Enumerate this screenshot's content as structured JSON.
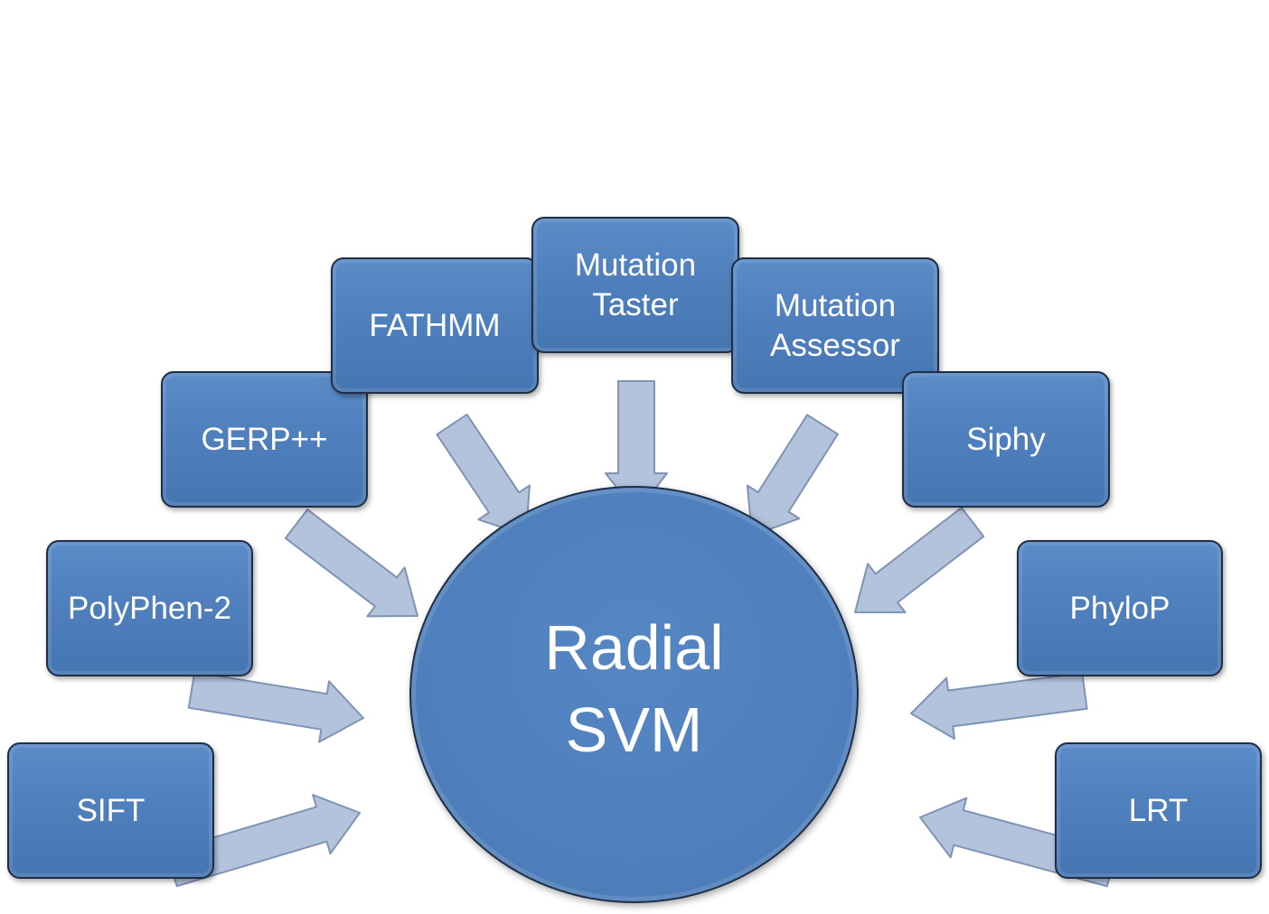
{
  "colors": {
    "node_fill": "#4f80bd",
    "node_border": "#1f2e44",
    "arrow_fill": "#b3c3dc",
    "arrow_stroke": "#7f93b3",
    "text": "#ffffff"
  },
  "center": {
    "label": "Radial\nSVM"
  },
  "nodes": {
    "sift": "SIFT",
    "polyphen": "PolyPhen-2",
    "gerp": "GERP++",
    "fathmm": "FATHMM",
    "taster": "Mutation\nTaster",
    "assessor": "Mutation\nAssessor",
    "siphy": "Siphy",
    "phylop": "PhyloP",
    "lrt": "LRT"
  }
}
